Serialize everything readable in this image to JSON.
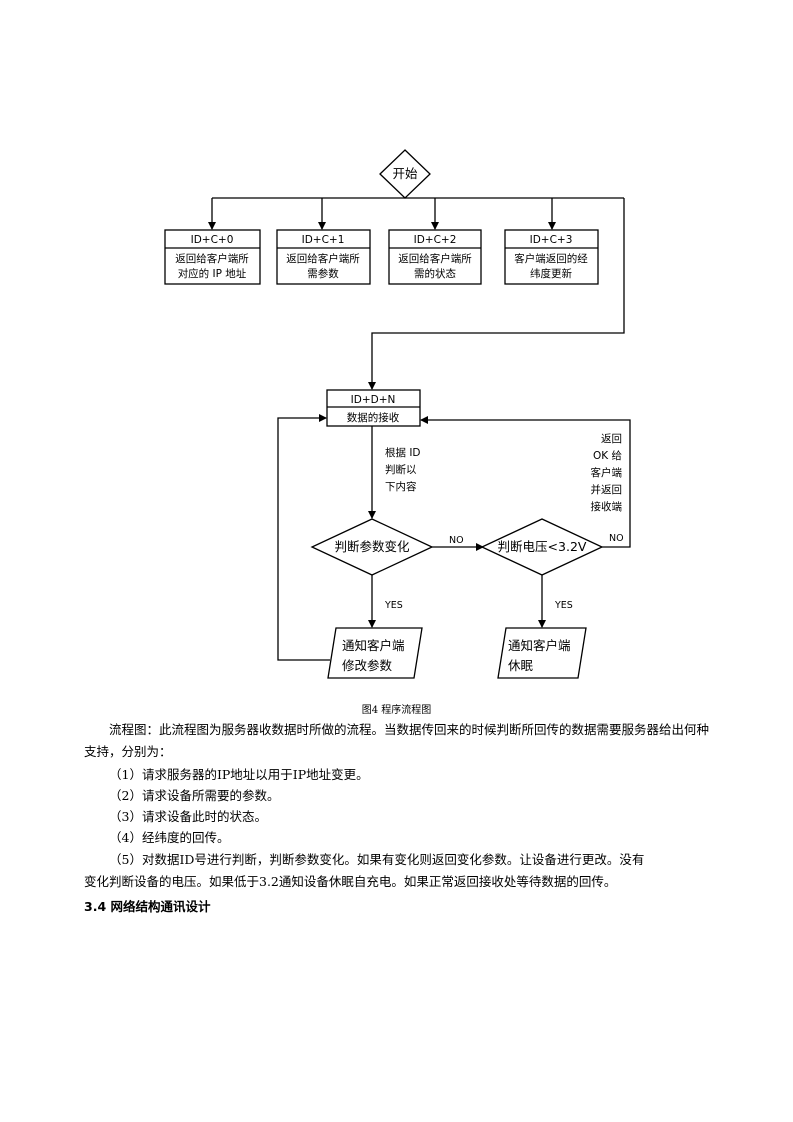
{
  "flowchart": {
    "start": "开始",
    "branches": [
      {
        "code": "ID+C+0",
        "line1": "返回给客户端所",
        "line2": "对应的 IP 地址"
      },
      {
        "code": "ID+C+1",
        "line1": "返回给客户端所",
        "line2": "需参数"
      },
      {
        "code": "ID+C+2",
        "line1": "返回给客户端所",
        "line2": "需的状态"
      },
      {
        "code": "ID+C+3",
        "line1": "客户端返回的经",
        "line2": "纬度更新"
      }
    ],
    "receive": {
      "code": "ID+D+N",
      "label": "数据的接收"
    },
    "judge_note": [
      "根据 ID",
      "判断以",
      "下内容"
    ],
    "decision1": "判断参数变化",
    "decision2": "判断电压<3.2V",
    "no_label": "NO",
    "yes_label": "YES",
    "return_note": [
      "返回",
      "OK 给",
      "客户端",
      "并返回",
      "接收端"
    ],
    "output1": [
      "通知客户端",
      "修改参数"
    ],
    "output2": [
      "通知客户端",
      "休眠"
    ]
  },
  "caption": "图4  程序流程图",
  "paragraph": "流程图：此流程图为服务器收数据时所做的流程。当数据传回来的时候判断所回传的数据需要服务器给出何种支持，分别为：",
  "items": [
    "（1）请求服务器的IP地址以用于IP地址变更。",
    "（2）请求设备所需要的参数。",
    "（3）请求设备此时的状态。",
    "（4）经纬度的回传。",
    "（5）对数据ID号进行判断，判断参数变化。如果有变化则返回变化参数。让设备进行更改。没有"
  ],
  "item5_continuation": "变化判断设备的电压。如果低于3.2通知设备休眠自充电。如果正常返回接收处等待数据的回传。",
  "section_heading": "3.4  网络结构通讯设计"
}
